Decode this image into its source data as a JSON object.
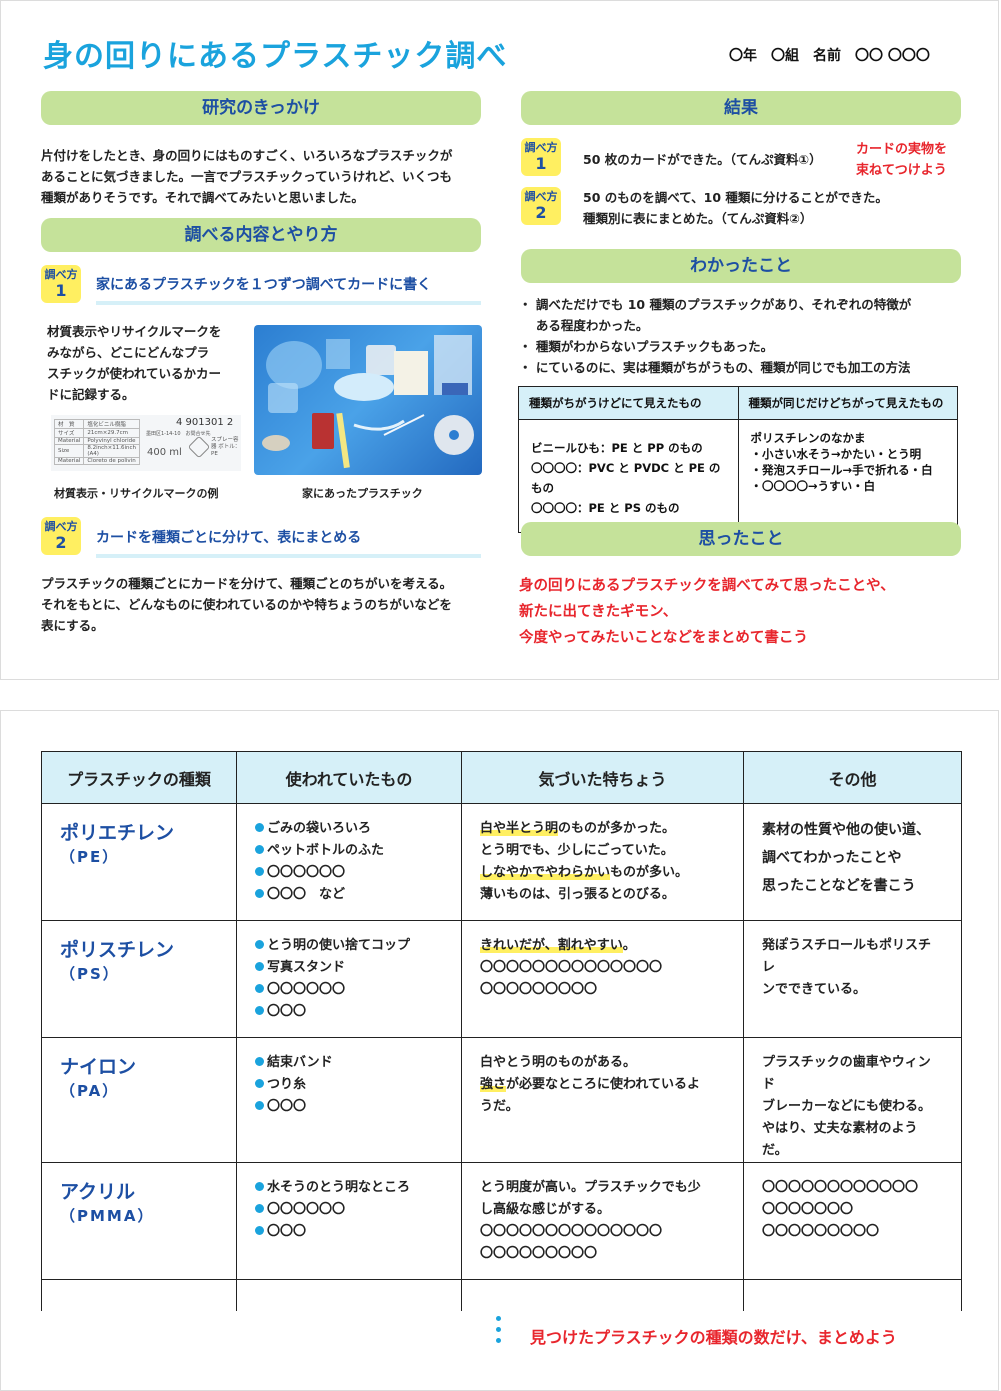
{
  "page1": {
    "title": "身の回りにあるプラスチック調べ",
    "name_line": "〇年　〇組　名前　〇〇 〇〇〇",
    "kikkake": {
      "heading": "研究のきっかけ",
      "lines": [
        "片付けをしたとき、身の回りにはものすごく、いろいろなプラスチックが",
        "あることに気づきました。一言でプラスチックっていうけれど、いくつも",
        "種類がありそうです。それで調べてみたいと思いました。"
      ]
    },
    "method": {
      "heading": "調べる内容とやり方",
      "step1": {
        "tag_top": "調べ方",
        "tag_num": "1",
        "title": "家にあるプラスチックを１つずつ調べてカードに書く",
        "lines": [
          "材質表示やリサイクルマークを",
          "みながら、どこにどんなプラ",
          "スチックが使われているかカー",
          "ドに記録する。"
        ],
        "caption_left": "材質表示・リサイクルマークの例",
        "caption_right": "家にあったプラスチック",
        "label_rows": [
          [
            "材　質",
            "塩化ビニル樹脂"
          ],
          [
            "サイズ",
            "21cm×29.7cm"
          ],
          [
            "Material",
            "Polyvinyl chloride"
          ],
          [
            "Size",
            "8.2inch×11.6inch (A4)"
          ],
          [
            "Material",
            "Cloreto de polivin"
          ]
        ],
        "barcode_text": "4 901301 2",
        "address_text": "墨田区1-14-10　お問合せ先",
        "volume_text": "400 ml",
        "recycle_text": "スプレー容器 ボトル：PE"
      },
      "step2": {
        "tag_top": "調べ方",
        "tag_num": "2",
        "title": "カードを種類ごとに分けて、表にまとめる",
        "lines": [
          "プラスチックの種類ごとにカードを分けて、種類ごとのちがいを考える。",
          "それをもとに、どんなものに使われているのかや特ちょうのちがいなどを",
          "表にする。"
        ]
      }
    },
    "results": {
      "heading": "結果",
      "items": [
        {
          "tag_top": "調べ方",
          "tag_num": "1",
          "lines": [
            "50 枚のカードができた。（てんぷ資料①）"
          ]
        },
        {
          "tag_top": "調べ方",
          "tag_num": "2",
          "lines": [
            "50 のものを調べて、10 種類に分けることができた。",
            "種類別に表にまとめた。（てんぷ資料②）"
          ]
        }
      ],
      "note": [
        "カードの実物を",
        "束ねてつけよう"
      ]
    },
    "learned": {
      "heading": "わかったこと",
      "bullets": [
        "・ 調べただけでも 10 種類のプラスチックがあり、それぞれの特徴が",
        "　 ある程度わかった。",
        "・ 種類がわからないプラスチックもあった。",
        "・ にているのに、実は種類がちがうもの、種類が同じでも加工の方法"
      ],
      "table": {
        "headers": [
          "種類がちがうけどにて見えたもの",
          "種類が同じだけどちがって見えたもの"
        ],
        "left": [
          "ビニールひも：PE と PP のもの",
          "〇〇〇〇：PVC と PVDC と PE のもの",
          "〇〇〇〇：PE と PS のもの"
        ],
        "right": [
          "ポリスチレンのなかま",
          "・小さい水そう→かたい・とう明",
          "・発泡スチロール→手で折れる・白",
          "・〇〇〇〇→うすい・白"
        ]
      }
    },
    "thoughts": {
      "heading": "思ったこと",
      "lines": [
        "身の回りにあるプラスチックを調べてみて思ったことや、",
        "新たに出てきたギモン、",
        "今度やってみたいことなどをまとめて書こう"
      ]
    }
  },
  "page2": {
    "headers": [
      "プラスチックの種類",
      "使われていたもの",
      "気づいた特ちょう",
      "その他"
    ],
    "rows": [
      {
        "name": "ポリエチレン",
        "abbr": "（PE）",
        "uses": [
          "ごみの袋いろいろ",
          "ペットボトルのふた",
          "〇〇〇〇〇〇",
          "〇〇〇　など"
        ],
        "features": [
          {
            "hl": "白や半とう明",
            "rest": "のものが多かった。"
          },
          {
            "hl": "",
            "rest": "とう明でも、少しにごっていた。"
          },
          {
            "hl": "しなやかでやわらかい",
            "rest": "ものが多い。"
          },
          {
            "hl": "",
            "rest": "薄いものは、引っ張るとのびる。"
          }
        ],
        "other": [
          "素材の性質や他の使い道、",
          "調べてわかったことや",
          "思ったことなどを書こう"
        ],
        "other_red": true
      },
      {
        "name": "ポリスチレン",
        "abbr": "（PS）",
        "uses": [
          "とう明の使い捨てコップ",
          "写真スタンド",
          "〇〇〇〇〇〇",
          "〇〇〇"
        ],
        "features": [
          {
            "hl": "きれいだが、割れやすい",
            "rest": "。"
          },
          {
            "hl": "",
            "rest": "〇〇〇〇〇〇〇〇〇〇〇〇〇〇"
          },
          {
            "hl": "",
            "rest": "〇〇〇〇〇〇〇〇〇"
          }
        ],
        "other": [
          "発ぽうスチロールもポリスチレ",
          "ンでできている。"
        ],
        "other_red": false
      },
      {
        "name": "ナイロン",
        "abbr": "（PA）",
        "uses": [
          "結束バンド",
          "つり糸",
          "〇〇〇"
        ],
        "features": [
          {
            "hl": "",
            "rest": "白やとう明のものがある。"
          },
          {
            "hl": "強さ",
            "rest": "が必要なところに使われているよ"
          },
          {
            "hl": "",
            "rest": "うだ。"
          }
        ],
        "other": [
          "プラスチックの歯車やウィンド",
          "ブレーカーなどにも使わる。",
          "やはり、丈夫な素材のようだ。"
        ],
        "other_red": false
      },
      {
        "name": "アクリル",
        "abbr": "（PMMA）",
        "uses": [
          "水そうのとう明なところ",
          "〇〇〇〇〇〇",
          "〇〇〇"
        ],
        "features": [
          {
            "hl": "",
            "rest": "とう明度が高い。プラスチックでも少"
          },
          {
            "hl": "",
            "rest": "し高級な感じがする。"
          },
          {
            "hl": "",
            "rest": "〇〇〇〇〇〇〇〇〇〇〇〇〇〇"
          },
          {
            "hl": "",
            "rest": "〇〇〇〇〇〇〇〇〇"
          }
        ],
        "other": [
          "〇〇〇〇〇〇〇〇〇〇〇〇",
          "〇〇〇〇〇〇〇",
          "〇〇〇〇〇〇〇〇〇"
        ],
        "other_red": false
      }
    ],
    "footer_note": "見つけたプラスチックの種類の数だけ、まとめよう"
  },
  "colors": {
    "title_blue": "#1aa3dd",
    "heading_green": "#c5e29a",
    "heading_text": "#1d4fa3",
    "tag_yellow": "#ffef61",
    "red_note": "#e8262d",
    "table_header": "#d6f0f8"
  }
}
